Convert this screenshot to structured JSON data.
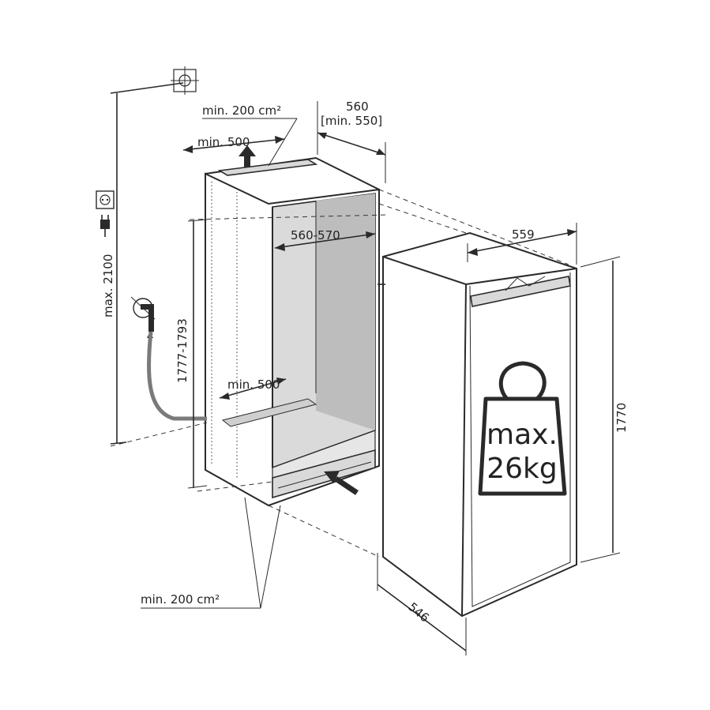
{
  "dimensions": {
    "top_vent": "min. 200 cm²",
    "top_gap": "min. 500",
    "niche_depth": "560",
    "niche_depth_min": "[min. 550]",
    "niche_width": "560-570",
    "appliance_width": "559",
    "max_height": "max. 2100",
    "niche_height": "1777-1793",
    "bottom_gap": "min. 500",
    "appliance_height": "1770",
    "appliance_depth": "546",
    "bottom_vent": "min. 200 cm²"
  },
  "weight_badge": {
    "line1": "max.",
    "line2": "26kg"
  },
  "icons": [
    "water-tap-icon",
    "power-socket-icon",
    "plug-icon",
    "wall-anchor-icon",
    "airflow-arrow-icon",
    "weight-icon"
  ]
}
